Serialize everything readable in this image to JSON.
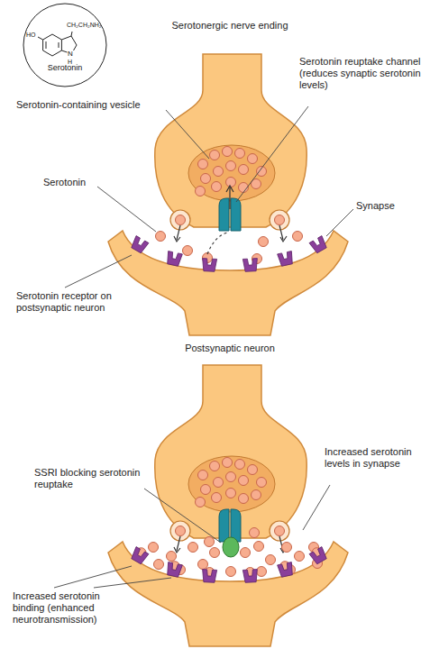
{
  "diagram": {
    "nodes": [
      {
        "text": [
          "HO",
          "CH₂CH₂NH₂",
          "N",
          "H",
          "Serotonin"
        ]
      }
    ],
    "labels": [
      "Serotonergic nerve ending",
      "Serotonin-containing vesicle",
      "Serotonin reuptake channel (reduces synaptic serotonin levels)",
      "Serotonin",
      "Synapse",
      "Serotonin receptor on postsynaptic neuron",
      "Postsynaptic neuron",
      "SSRI blocking serotonin reuptake",
      "Increased serotonin levels in synapse",
      "Increased serotonin binding (enhanced neurotransmission)"
    ]
  }
}
